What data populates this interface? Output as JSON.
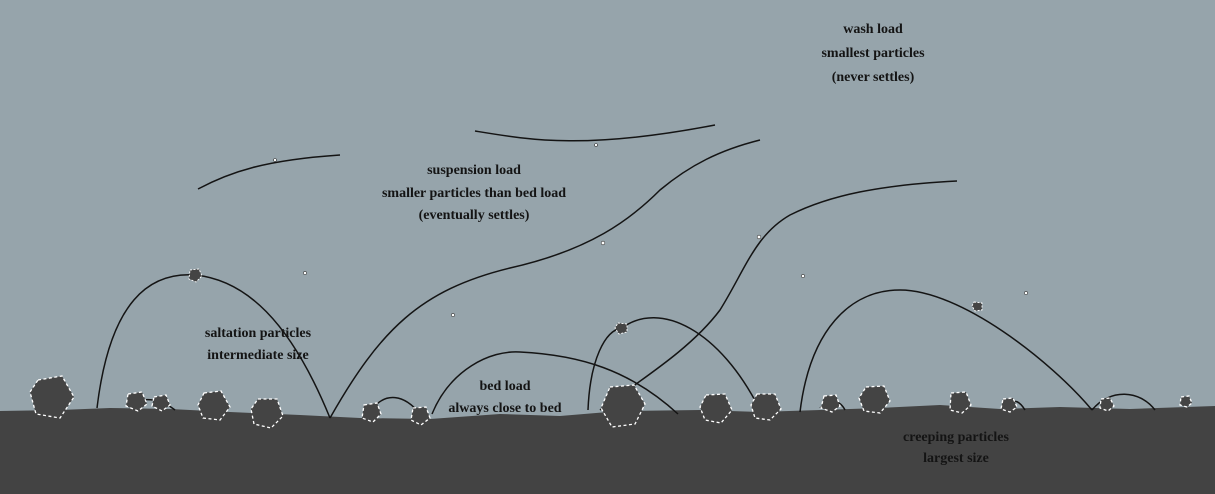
{
  "diagram": {
    "colors": {
      "water": "#96a4ab",
      "bed": "#434343",
      "line": "#141414",
      "particle_outline": "#ffffff"
    },
    "labels": {
      "wash_load": {
        "title": "wash load",
        "line2": "smallest particles",
        "line3": "(never settles)"
      },
      "suspension_load": {
        "title": "suspension load",
        "line2": "smaller particles than bed load",
        "line3": "(eventually settles)"
      },
      "saltation": {
        "title": "saltation particles",
        "line2": "intermediate size"
      },
      "bed_load": {
        "title": "bed load",
        "line2": "always close to bed"
      },
      "creeping": {
        "title": "creeping particles",
        "line2": "largest size"
      }
    }
  }
}
